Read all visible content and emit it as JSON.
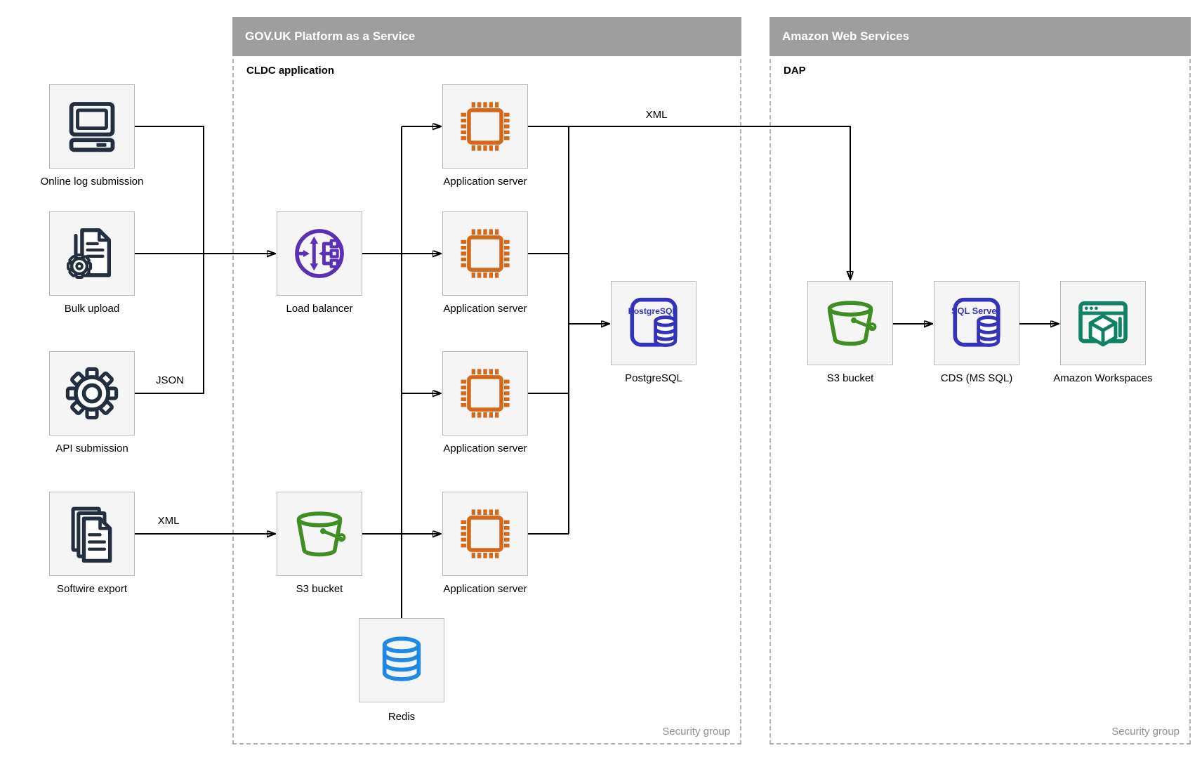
{
  "containers": {
    "govuk": {
      "title": "GOV.UK Platform as a Service",
      "sublabel": "CLDC application",
      "footer": "Security group"
    },
    "aws": {
      "title": "Amazon Web Services",
      "sublabel": "DAP",
      "footer": "Security group"
    }
  },
  "nodes": {
    "online_log": {
      "label": "Online log submission",
      "icon": "desktop-computer-icon"
    },
    "bulk_upload": {
      "label": "Bulk upload",
      "icon": "document-gear-icon"
    },
    "api_submission": {
      "label": "API submission",
      "icon": "gear-icon"
    },
    "softwire_export": {
      "label": "Softwire export",
      "icon": "document-stack-icon"
    },
    "load_balancer": {
      "label": "Load balancer",
      "icon": "load-balancer-icon"
    },
    "s3_govuk": {
      "label": "S3 bucket",
      "icon": "s3-bucket-icon"
    },
    "app_server_1": {
      "label": "Application server",
      "icon": "cpu-chip-icon"
    },
    "app_server_2": {
      "label": "Application server",
      "icon": "cpu-chip-icon"
    },
    "app_server_3": {
      "label": "Application server",
      "icon": "cpu-chip-icon"
    },
    "app_server_4": {
      "label": "Application server",
      "icon": "cpu-chip-icon"
    },
    "postgresql": {
      "label": "PostgreSQL",
      "icon": "postgresql-database-icon",
      "icon_text": "PostgreSQL"
    },
    "redis": {
      "label": "Redis",
      "icon": "database-cylinder-icon"
    },
    "s3_aws": {
      "label": "S3 bucket",
      "icon": "s3-bucket-icon"
    },
    "cds": {
      "label": "CDS (MS SQL)",
      "icon": "sql-server-database-icon",
      "icon_text": "SQL Server"
    },
    "workspaces": {
      "label": "Amazon Workspaces",
      "icon": "workspaces-icon"
    }
  },
  "edge_labels": {
    "json_api": "JSON",
    "xml_softwire": "XML",
    "xml_to_dap": "XML"
  },
  "colors": {
    "line": "#000000",
    "box_fill": "#f5f5f5",
    "box_border": "#b9b9b9",
    "dark": "#232f3e",
    "purple": "#5a30b5",
    "orange": "#d4691b",
    "blue": "#3334b9",
    "green": "#3f8e24",
    "azure": "#1e88e5",
    "teal": "#0d8265",
    "header_bg": "#9e9e9e",
    "header_text": "#ffffff",
    "dashed": "#b3b3b3",
    "muted": "#8f8f8f"
  }
}
